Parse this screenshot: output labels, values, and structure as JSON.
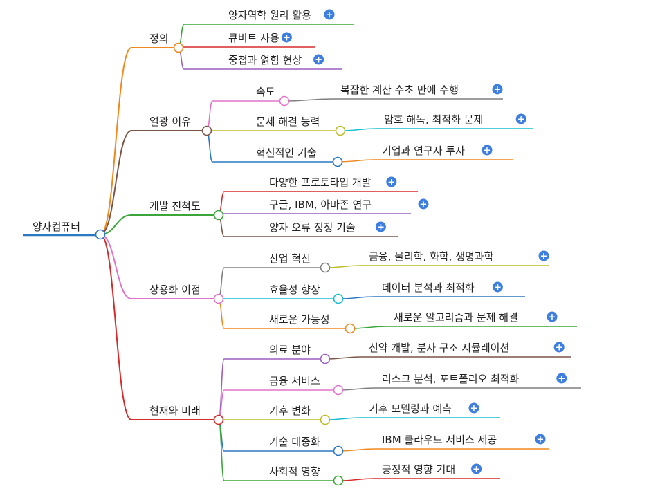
{
  "root": {
    "label": "양자컴퓨터",
    "color": "#2b78c2"
  },
  "branches": [
    {
      "label": "정의",
      "color": "#f0881e",
      "children": [
        {
          "label": "양자역학 원리 활용",
          "color": "#3aa63a"
        },
        {
          "label": "큐비트 사용",
          "color": "#d62b2b"
        },
        {
          "label": "중첩과 얽힘 현상",
          "color": "#9b5fc0"
        }
      ]
    },
    {
      "label": "열광 이유",
      "color": "#7b5546",
      "children": [
        {
          "label": "속도",
          "color": "#e274c8",
          "leaf": {
            "label": "복잡한 계산 수초 만에 수행",
            "color": "#7f7f7f"
          }
        },
        {
          "label": "문제 해결 능력",
          "color": "#bcbd22",
          "leaf": {
            "label": "암호 해독, 최적화 문제",
            "color": "#17becf"
          }
        },
        {
          "label": "혁신적인 기술",
          "color": "#2b78c2",
          "leaf": {
            "label": "기업과 연구자 투자",
            "color": "#f0881e"
          }
        }
      ]
    },
    {
      "label": "개발 진척도",
      "color": "#3aa63a",
      "children": [
        {
          "label": "다양한 프로토타입 개발",
          "color": "#d62b2b"
        },
        {
          "label": "구글, IBM, 아마존 연구",
          "color": "#9b5fc0"
        },
        {
          "label": "양자 오류 정정 기술",
          "color": "#7b5546"
        }
      ]
    },
    {
      "label": "상용화 이점",
      "color": "#e274c8",
      "children": [
        {
          "label": "산업 혁신",
          "color": "#7f7f7f",
          "leaf": {
            "label": "금융, 물리학, 화학, 생명과학",
            "color": "#bcbd22"
          }
        },
        {
          "label": "효율성 향상",
          "color": "#17becf",
          "leaf": {
            "label": "데이터 분석과 최적화",
            "color": "#2b78c2"
          }
        },
        {
          "label": "새로운 가능성",
          "color": "#f0881e",
          "leaf": {
            "label": "새로운 알고리즘과 문제 해결",
            "color": "#3aa63a"
          }
        }
      ]
    },
    {
      "label": "현재와 미래",
      "color": "#d62b2b",
      "children": [
        {
          "label": "의료 분야",
          "color": "#9b5fc0",
          "leaf": {
            "label": "신약 개발, 분자 구조 시뮬레이션",
            "color": "#7b5546"
          }
        },
        {
          "label": "금융 서비스",
          "color": "#e274c8",
          "leaf": {
            "label": "리스크 분석, 포트폴리오 최적화",
            "color": "#7f7f7f"
          }
        },
        {
          "label": "기후 변화",
          "color": "#bcbd22",
          "leaf": {
            "label": "기후 모델링과 예측",
            "color": "#17becf"
          }
        },
        {
          "label": "기술 대중화",
          "color": "#2b78c2",
          "leaf": {
            "label": "IBM 클라우드 서비스 제공",
            "color": "#f0881e"
          }
        },
        {
          "label": "사회적 영향",
          "color": "#3aa63a",
          "leaf": {
            "label": "긍정적 영향 기대",
            "color": "#d62b2b"
          }
        }
      ]
    }
  ],
  "expand_icon": "plus-circle-icon",
  "expand_color": "#3d7ee0"
}
